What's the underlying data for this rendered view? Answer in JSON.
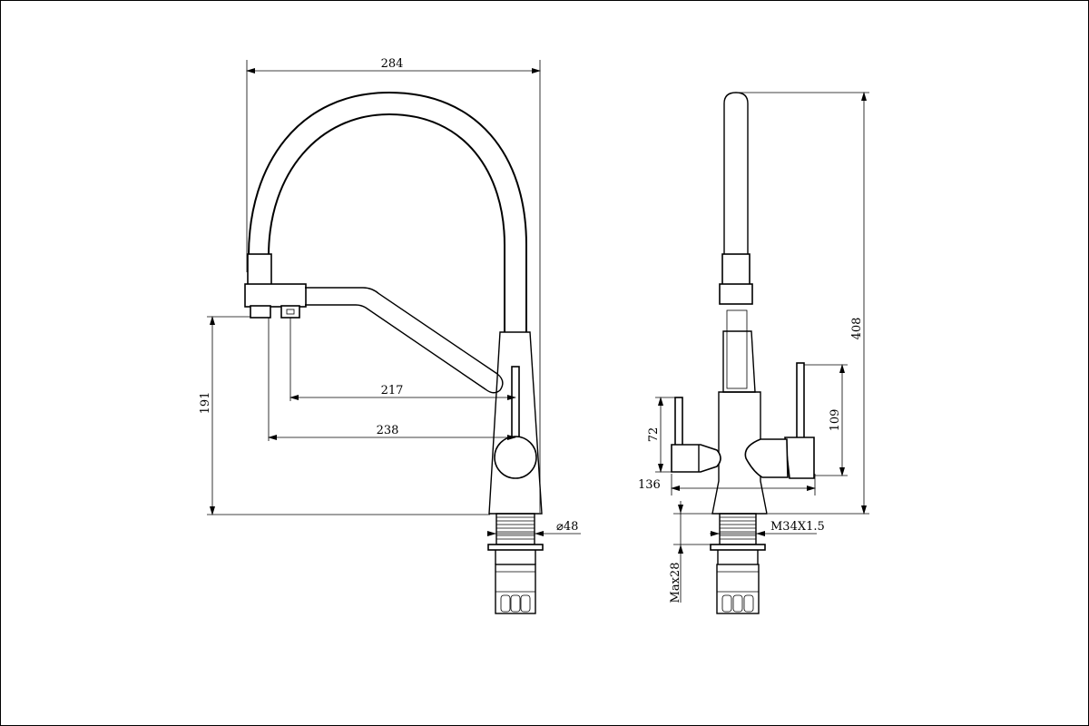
{
  "dimensions": {
    "front_width": "284",
    "spout_reach_217": "217",
    "spout_reach_238": "238",
    "spout_height": "191",
    "base_diameter": "⌀48",
    "side_height": "408",
    "lever_height_right": "109",
    "lever_height_left": "72",
    "side_width": "136",
    "thread": "M34X1.5",
    "max_thickness": "Max28"
  }
}
